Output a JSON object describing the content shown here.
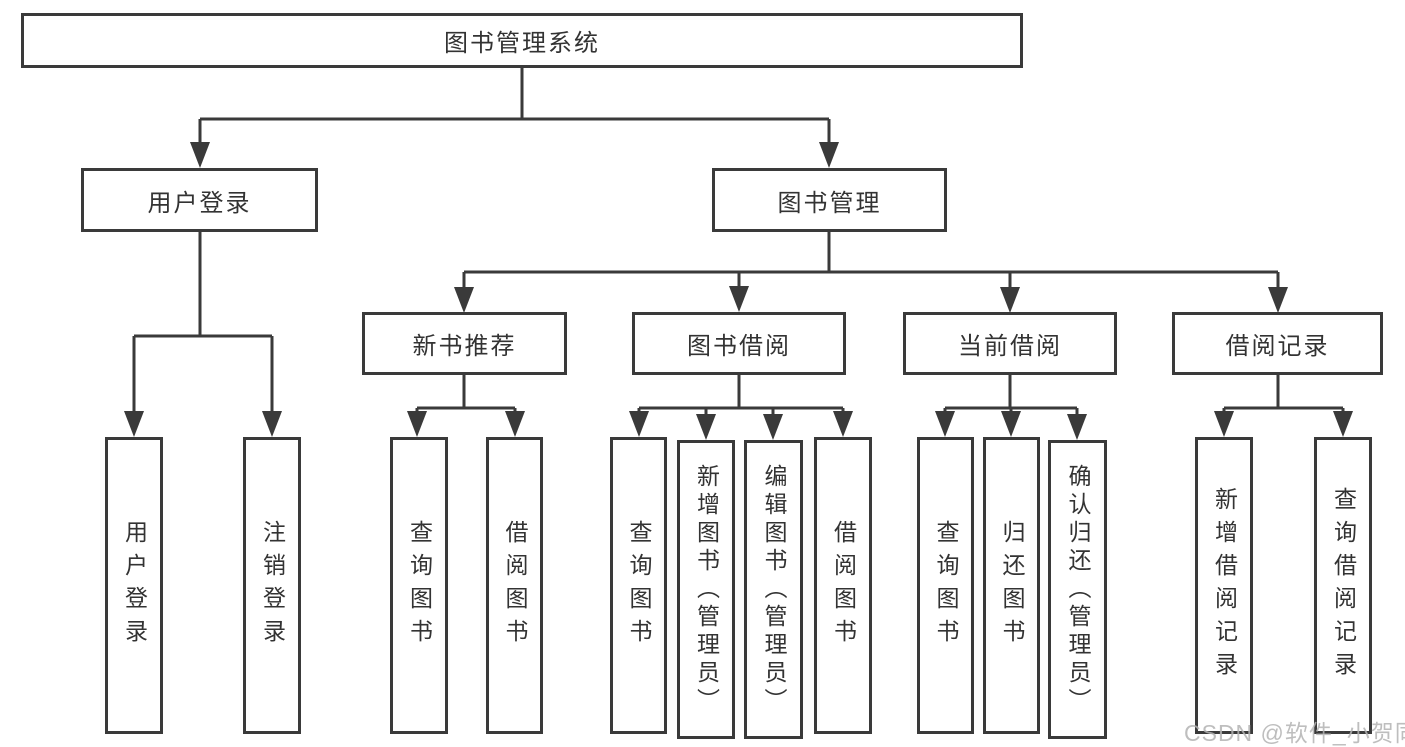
{
  "diagram": {
    "root": {
      "label": "图书管理系统"
    },
    "level2": [
      {
        "label": "用户登录"
      },
      {
        "label": "图书管理"
      }
    ],
    "level3": [
      {
        "label": "新书推荐"
      },
      {
        "label": "图书借阅"
      },
      {
        "label": "当前借阅"
      },
      {
        "label": "借阅记录"
      }
    ],
    "leaves": [
      {
        "label": "用户登录"
      },
      {
        "label": "注销登录"
      },
      {
        "label": "查询图书"
      },
      {
        "label": "借阅图书"
      },
      {
        "label": "查询图书"
      },
      {
        "label": "新增图书（管理员）"
      },
      {
        "label": "编辑图书（管理员）"
      },
      {
        "label": "借阅图书"
      },
      {
        "label": "查询图书"
      },
      {
        "label": "归还图书"
      },
      {
        "label": "确认归还（管理员）"
      },
      {
        "label": "新增借阅记录"
      },
      {
        "label": "查询借阅记录"
      }
    ]
  },
  "watermark": {
    "text": "CSDN @软件_小贺同学"
  }
}
